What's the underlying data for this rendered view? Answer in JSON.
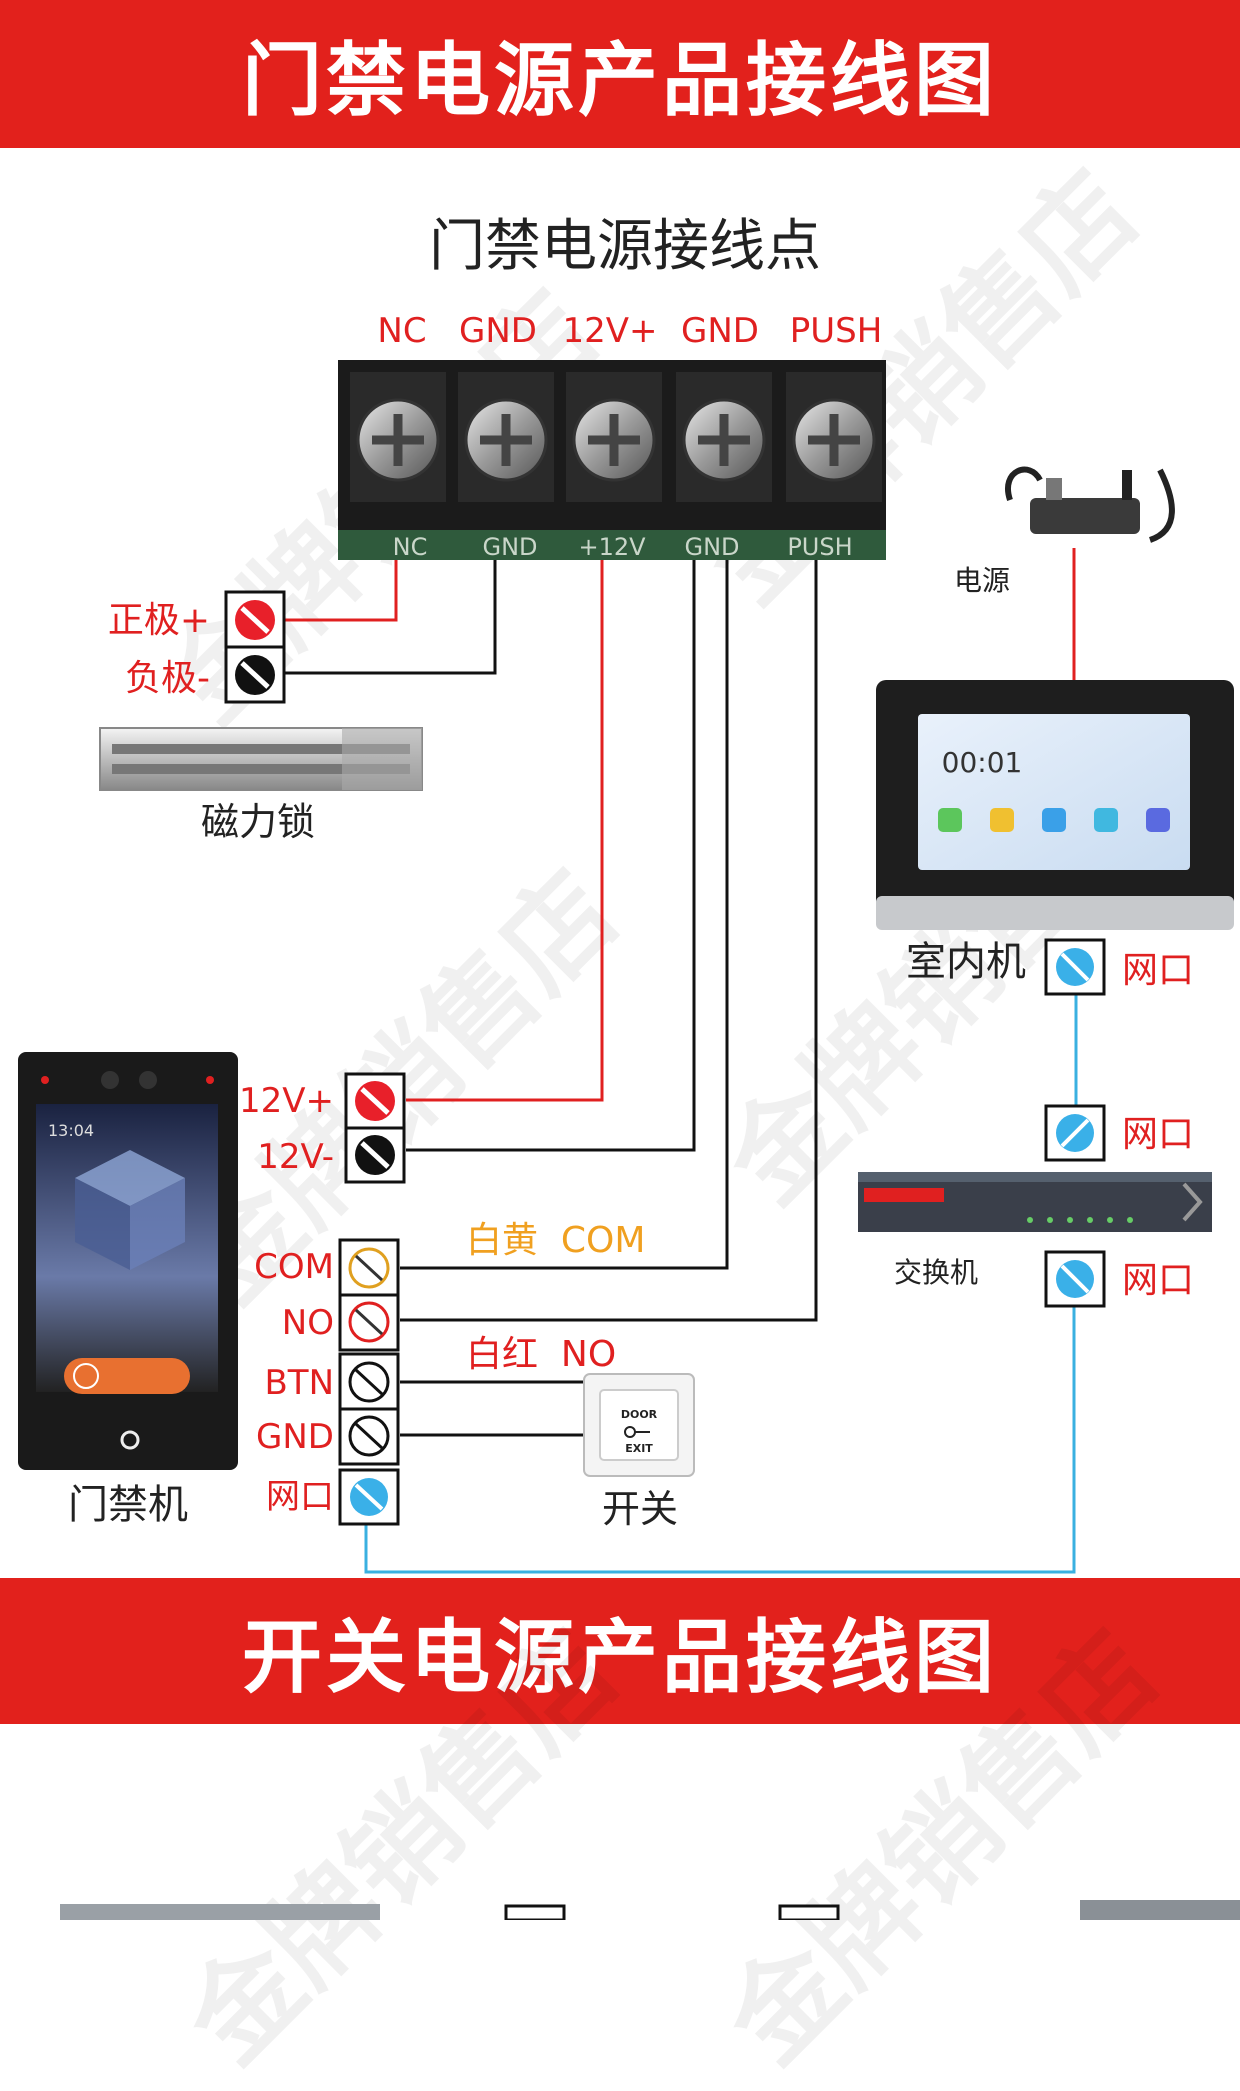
{
  "banner_top": "门禁电源产品接线图",
  "banner_bottom": "开关电源产品接线图",
  "psu_title": "门禁电源接线点",
  "terminal_labels_top": [
    "NC",
    "GND",
    "12V+",
    "GND",
    "PUSH"
  ],
  "terminal_labels_board": [
    "NC",
    "GND",
    "+12V",
    "GND",
    "PUSH"
  ],
  "maglock": {
    "pos": "正极+",
    "neg": "负极-",
    "name": "磁力锁"
  },
  "power_supply_name": "电源",
  "indoor": {
    "name": "室内机",
    "time": "00:01",
    "port": "网口"
  },
  "switch": {
    "name": "交换机",
    "port_top": "网口",
    "port_bottom": "网口"
  },
  "controller": {
    "name": "门禁机",
    "pins": [
      "12V+",
      "12V-",
      "COM",
      "NO",
      "BTN",
      "GND",
      "网口"
    ],
    "screen_time": "13:04"
  },
  "wire_notes": {
    "com": "白黄  COM",
    "no": "白红  NO"
  },
  "exit_button": {
    "name": "开关",
    "line1": "DOOR",
    "line2": "EXIT"
  },
  "watermark": "金牌销售店",
  "colors": {
    "red": "#e2211c",
    "wire_red": "#e02020",
    "wire_black": "#111111",
    "wire_blue": "#3ab0e0",
    "label_red": "#e02020",
    "label_orange": "#f0a020"
  }
}
